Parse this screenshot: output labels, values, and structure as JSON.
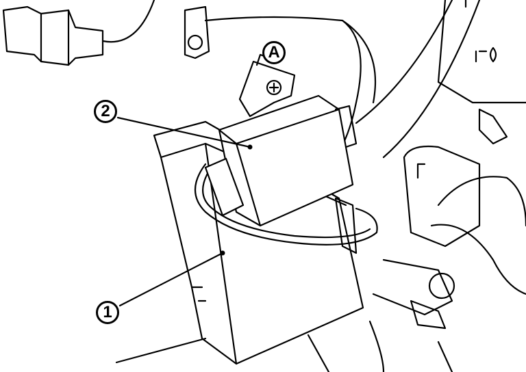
{
  "callouts": {
    "part_1": "1",
    "part_2": "2",
    "point_a": "A"
  },
  "colors": {
    "line": "#000000",
    "background": "#ffffff"
  }
}
